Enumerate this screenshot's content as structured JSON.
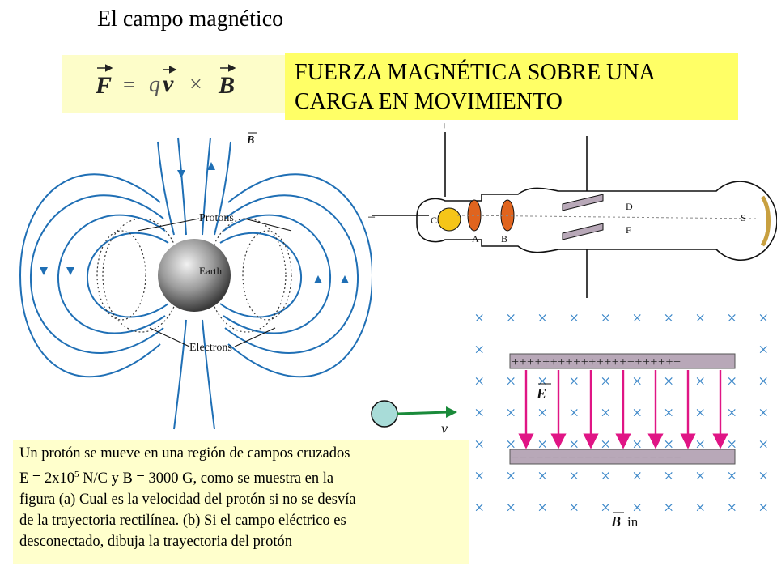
{
  "slide": {
    "title": "El campo magnético",
    "heading": "FUERZA MAGNÉTICA SOBRE UNA CARGA EN MOVIMIENTO",
    "formula": {
      "F": "F",
      "equals": "=",
      "q": "q",
      "v": "v",
      "times": "×",
      "B": "B"
    }
  },
  "earth_figure": {
    "field_label": "B",
    "planet_label": "Earth",
    "protons_label": "Protons",
    "electrons_label": "Electrons"
  },
  "tube_figure": {
    "plus": "+",
    "minus": "–",
    "label_c": "C",
    "label_a": "A",
    "label_b": "B",
    "label_d": "D",
    "label_f": "F",
    "label_s": "S"
  },
  "crossed_fields_figure": {
    "plate_top": "++++++++++++++++++++++",
    "plate_bottom": "−−−−−−−−−−−−−−−−−−−−−",
    "e_label": "E",
    "b_label": "B",
    "b_suffix": "in",
    "velocity_label": "v"
  },
  "problem": {
    "line1": "Un protón se mueve en una región de campos cruzados",
    "line2_a": "E = 2x10",
    "line2_sup": "5",
    "line2_b": " N/C y B = 3000 G, como se muestra en la",
    "line3": "figura (a) Cual es la velocidad del protón si no se desvía",
    "line4": "de la trayectoria rectilínea. (b) Si el campo eléctrico es",
    "line5": "desconectado, dibuja la trayectoria del protón"
  },
  "colors": {
    "heading_bg": "#ffff66",
    "formula_bg": "#fdfdc9",
    "problem_bg": "#ffffcc",
    "field_line": "#1f6fb5",
    "e_field": "#e01585",
    "plate": "#b8a8b8",
    "electrode": "#e0641e"
  }
}
